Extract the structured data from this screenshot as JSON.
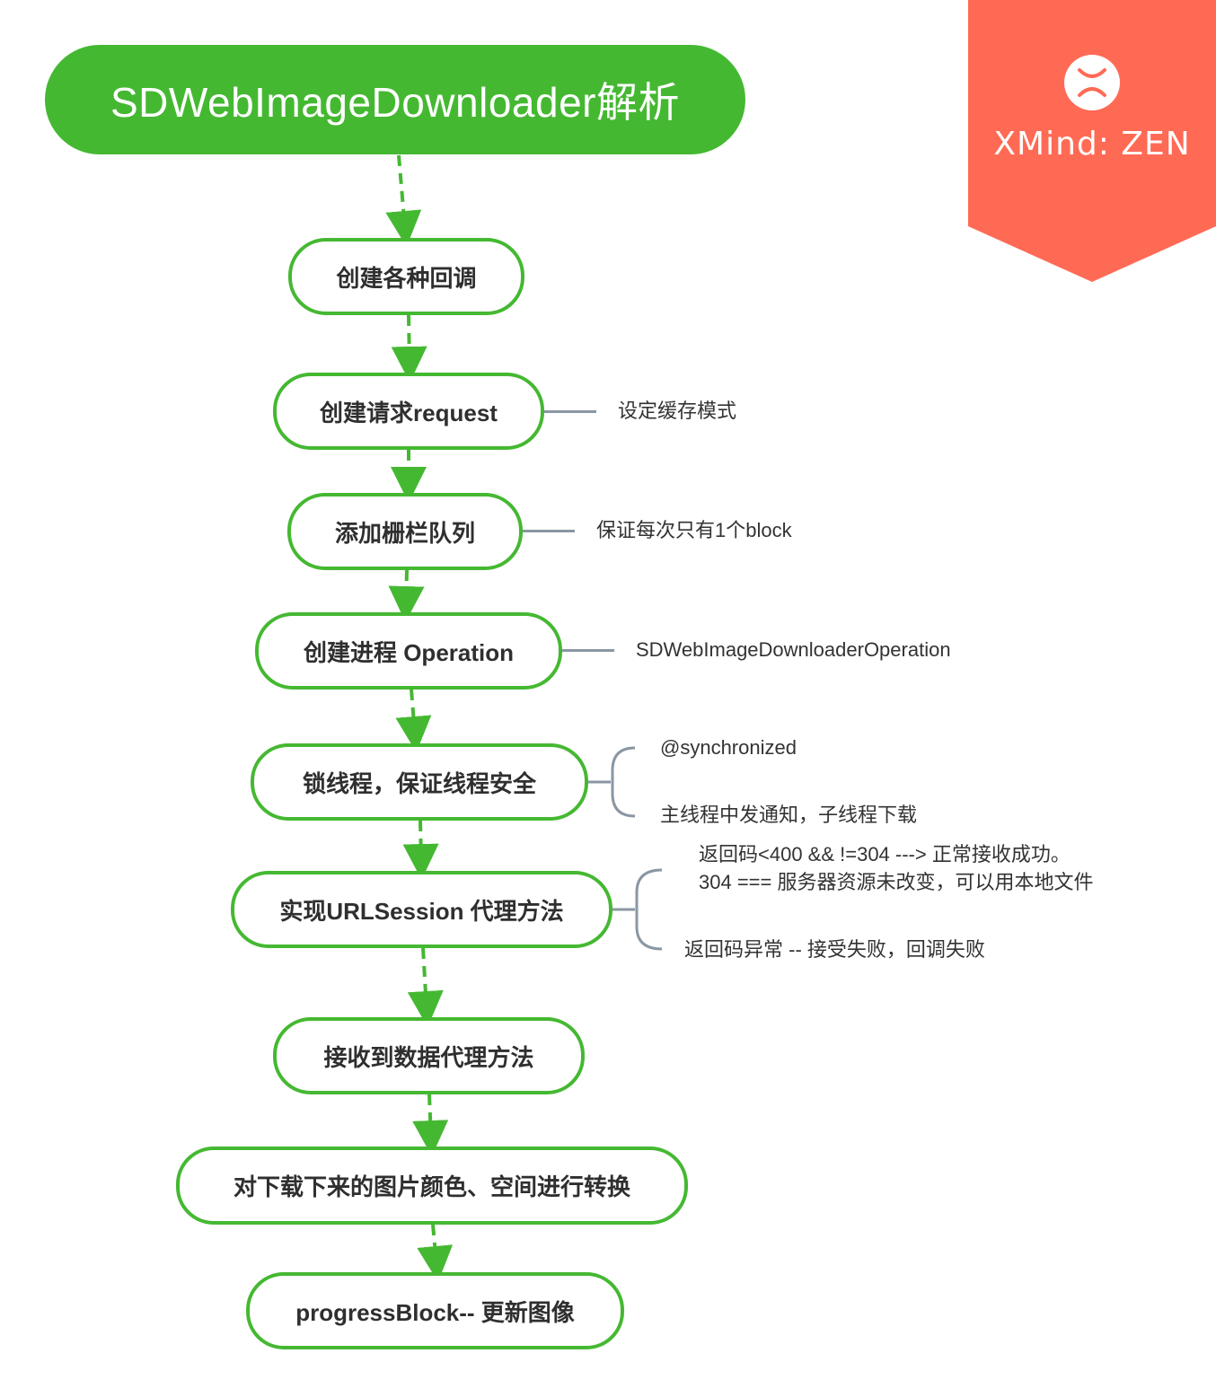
{
  "title": "SDWebImageDownloader解析",
  "brand": {
    "text": "XMind: ZEN",
    "color": "#ff6a55",
    "icon": "xmind-logo-icon"
  },
  "colors": {
    "accent": "#45b832",
    "connector": "#8a97a3"
  },
  "steps": [
    {
      "label": "创建各种回调"
    },
    {
      "label": "创建请求request",
      "notes": [
        "设定缓存模式"
      ]
    },
    {
      "label": "添加栅栏队列",
      "notes": [
        "保证每次只有1个block"
      ]
    },
    {
      "label": "创建进程 Operation",
      "notes": [
        "SDWebImageDownloaderOperation"
      ]
    },
    {
      "label": "锁线程，保证线程安全",
      "notes": [
        "@synchronized",
        "主线程中发通知，子线程下载"
      ]
    },
    {
      "label": "实现URLSession 代理方法",
      "notes": [
        "返回码<400 && !=304 ---> 正常接收成功。",
        "304 === 服务器资源未改变，可以用本地文件",
        "返回码异常 -- 接受失败，回调失败"
      ]
    },
    {
      "label": "接收到数据代理方法"
    },
    {
      "label": "对下载下来的图片颜色、空间进行转换"
    },
    {
      "label": "progressBlock-- 更新图像"
    }
  ]
}
